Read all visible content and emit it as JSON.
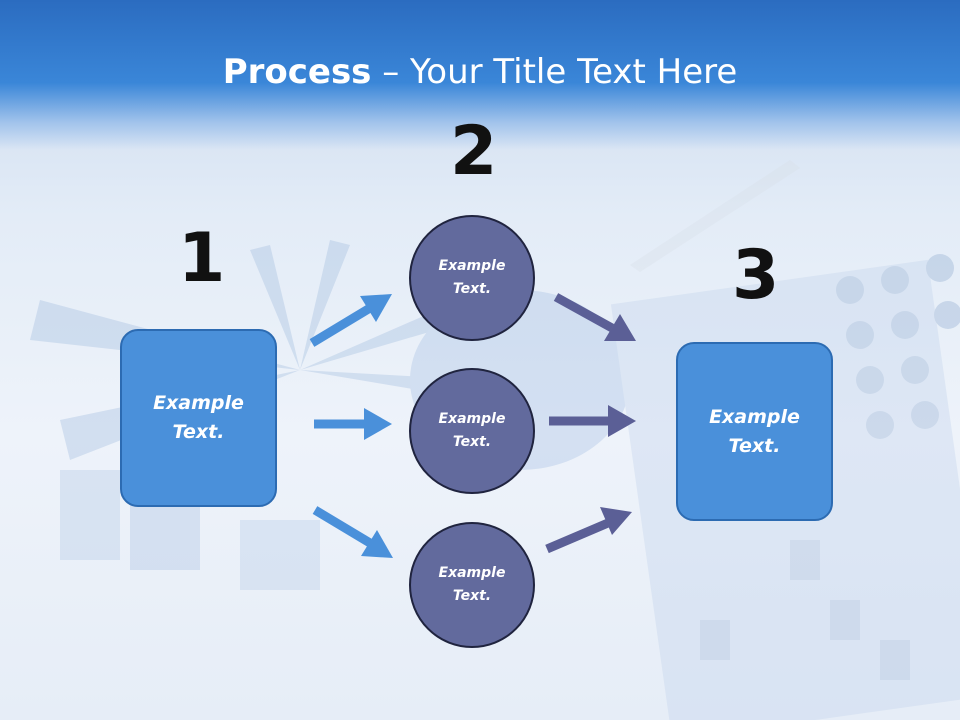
{
  "title": {
    "bold": "Process",
    "rest": " – Your Title Text Here"
  },
  "steps": [
    {
      "number": "1",
      "label": "Example\nText."
    },
    {
      "number": "2"
    },
    {
      "number": "3",
      "label": "Example\nText."
    }
  ],
  "circles": [
    {
      "label": "Example\nText."
    },
    {
      "label": "Example\nText."
    },
    {
      "label": "Example\nText."
    }
  ],
  "colors": {
    "header": "#3a86d8",
    "box_fill": "#4a90da",
    "circle_fill": "#626a9d",
    "arrow_left": "#4a90da",
    "arrow_right": "#5b5f96"
  }
}
